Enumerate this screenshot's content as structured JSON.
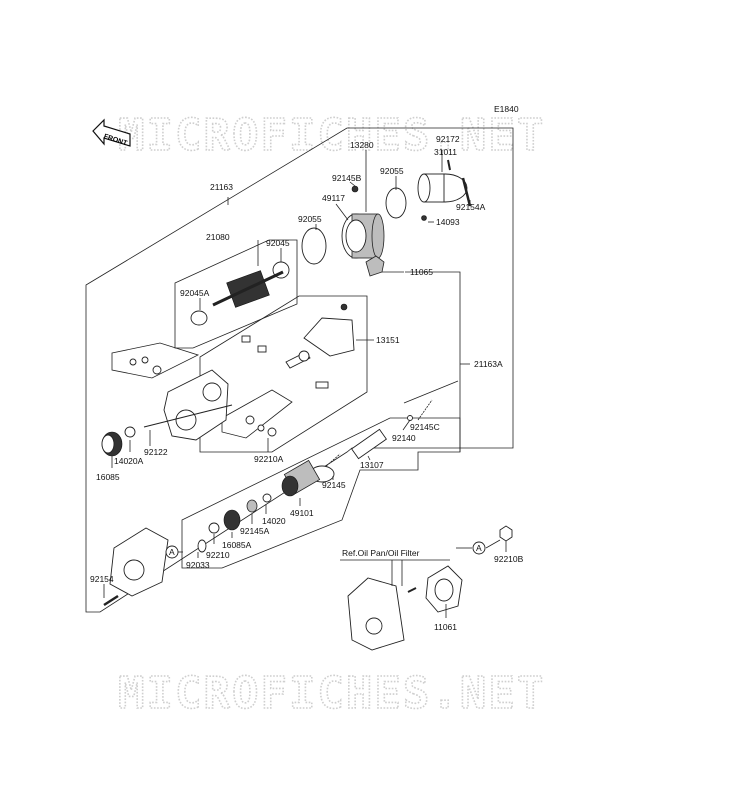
{
  "diagram_id": "E1840",
  "watermark": "MICROFICHES.NET",
  "front_arrow": "FRONT",
  "ref_note": "Ref.Oil Pan/Oil Filter",
  "callout": "A",
  "parts": {
    "p21163": "21163",
    "p21163A": "21163A",
    "p21080": "21080",
    "p92045": "92045",
    "p92045A": "92045A",
    "p13280": "13280",
    "p92145B": "92145B",
    "p49117": "49117",
    "p92055a": "92055",
    "p92055b": "92055",
    "p31011": "31011",
    "p92172": "92172",
    "p92154A": "92154A",
    "p14093": "14093",
    "p11065": "11065",
    "p13151": "13151",
    "p92145C": "92145C",
    "p92140": "92140",
    "p13107": "13107",
    "p92145": "92145",
    "p49101": "49101",
    "p14020": "14020",
    "p92145A": "92145A",
    "p16085A": "16085A",
    "p92210": "92210",
    "p92033": "92033",
    "p92210A": "92210A",
    "p92122": "92122",
    "p14020A": "14020A",
    "p16085": "16085",
    "p92154": "92154",
    "p92210B": "92210B",
    "p11061": "11061"
  }
}
